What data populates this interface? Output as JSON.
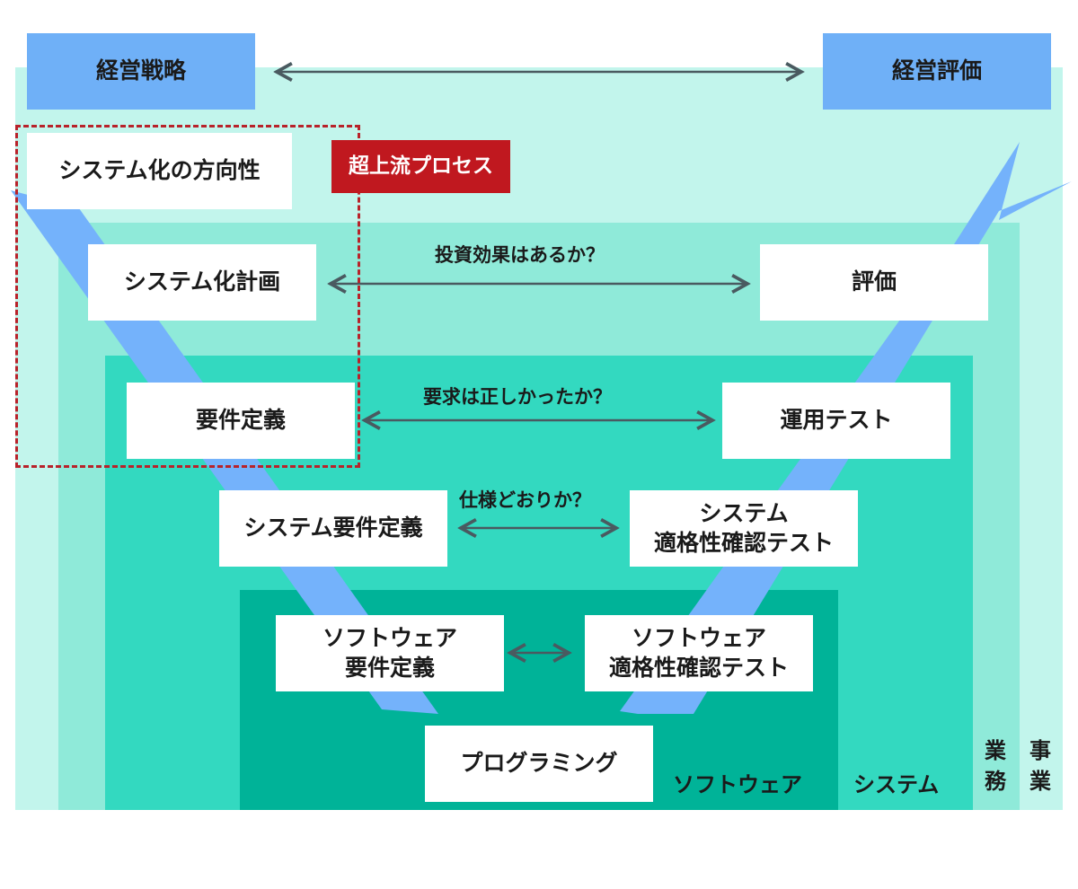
{
  "top": {
    "left_label": "経営戦略",
    "right_label": "経営評価"
  },
  "callout": "超上流プロセス",
  "left_steps": {
    "direction": "システム化の方向性",
    "plan": "システム化計画",
    "requirements": "要件定義",
    "system_requirements": "システム要件定義",
    "software_requirements": "ソフトウェア\n要件定義"
  },
  "right_steps": {
    "evaluation": "評価",
    "operation_test": "運用テスト",
    "system_acceptance": "システム\n適格性確認テスト",
    "software_acceptance": "ソフトウェア\n適格性確認テスト"
  },
  "bottom_step": "プログラミング",
  "questions": {
    "investment": "投資効果はあるか？",
    "requirements": "要求は正しかったか？",
    "spec": "仕様どおりか？"
  },
  "layers": {
    "software": "ソフトウェア",
    "system": "システム",
    "operations": "業\n務",
    "business": "事\n業"
  },
  "colors": {
    "business_layer": "#c2f5ec",
    "operations_layer": "#8fead9",
    "system_layer": "#33d9c0",
    "software_layer": "#00b398",
    "v_arrow": "#74b2fb",
    "top_box": "#6fb0f7",
    "callout": "#c0181f",
    "connector": "#4a5a60"
  }
}
